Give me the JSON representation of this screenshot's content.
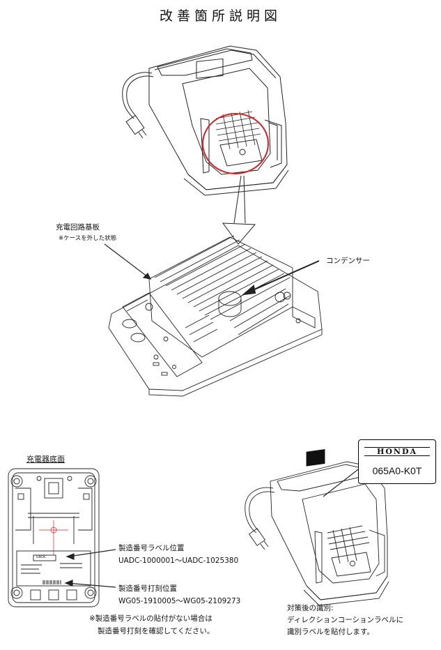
{
  "title": "改善箇所説明図",
  "board": {
    "label": "充電回路基板",
    "note": "※ケースを外した状態"
  },
  "capacitor": {
    "label": "コンデンサー"
  },
  "bottom": {
    "heading": "充電器底面",
    "label_position": "製造番号ラベル位置",
    "label_range": "UADC-1000001～UADC-1025380",
    "engrave_position": "製造番号打刻位置",
    "engrave_range": "WG05-1910005～WG05-2109273",
    "note_line1": "※製造番号ラベルの貼付がない場合は",
    "note_line2": "製造番号打刻を確認してください。",
    "sticker_text": "UADC"
  },
  "label_tag": {
    "brand": "HONDA",
    "code": "065A0-K0T"
  },
  "after": {
    "line1": "対策後の識別:",
    "line2": "ディレクションコーションラベルに",
    "line3": "識別ラベルを貼付します。"
  }
}
